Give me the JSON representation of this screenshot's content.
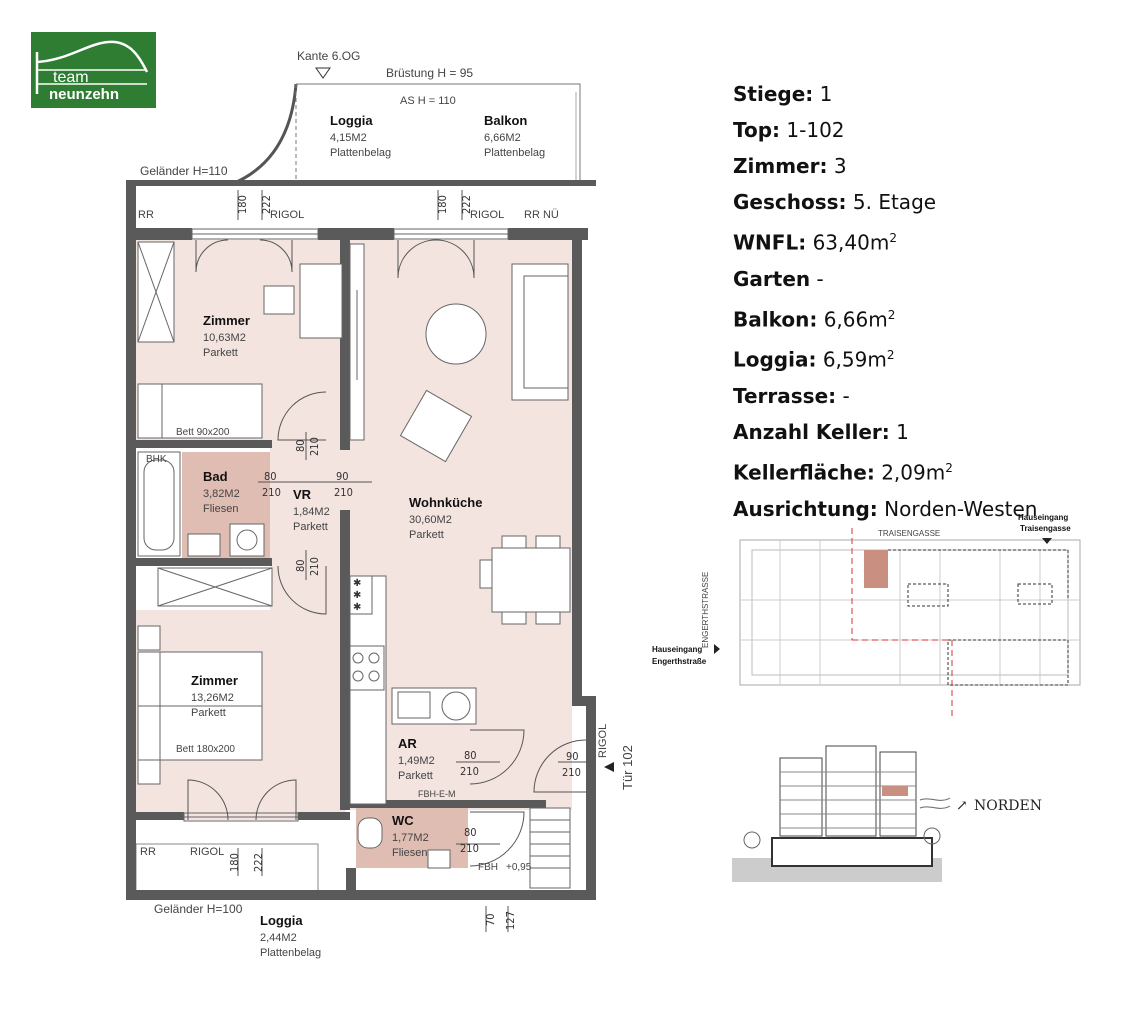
{
  "logo": {
    "line1": "team",
    "line2": "neunzehn",
    "color": "#2e7d32"
  },
  "info": [
    {
      "label": "Stiege:",
      "value": "1"
    },
    {
      "label": "Top:",
      "value": "1-102"
    },
    {
      "label": "Zimmer:",
      "value": "3"
    },
    {
      "label": "Geschoss:",
      "value": "5. Etage"
    },
    {
      "label": "WNFL:",
      "value": "63,40m",
      "sup": "2"
    },
    {
      "label": "Garten",
      "value": "-"
    },
    {
      "label": "Balkon:",
      "value": "6,66m",
      "sup": "2"
    },
    {
      "label": "Loggia:",
      "value": "6,59m",
      "sup": "2"
    },
    {
      "label": "Terrasse:",
      "value": "-"
    },
    {
      "label": "Anzahl Keller:",
      "value": "1"
    },
    {
      "label": "Kellerfläche:",
      "value": "2,09m",
      "sup": "2"
    },
    {
      "label": "Ausrichtung:",
      "value": "Norden-Westen"
    }
  ],
  "rooms": {
    "loggia_top": {
      "name": "Loggia",
      "area": "4,15M2",
      "floor": "Plattenbelag"
    },
    "balkon": {
      "name": "Balkon",
      "area": "6,66M2",
      "floor": "Plattenbelag"
    },
    "zimmer1": {
      "name": "Zimmer",
      "area": "10,63M2",
      "floor": "Parkett"
    },
    "bad": {
      "name": "Bad",
      "area": "3,82M2",
      "floor": "Fliesen"
    },
    "vr": {
      "name": "VR",
      "area": "1,84M2",
      "floor": "Parkett"
    },
    "wohnkueche": {
      "name": "Wohnküche",
      "area": "30,60M2",
      "floor": "Parkett"
    },
    "zimmer2": {
      "name": "Zimmer",
      "area": "13,26M2",
      "floor": "Parkett"
    },
    "ar": {
      "name": "AR",
      "area": "1,49M2",
      "floor": "Parkett"
    },
    "wc": {
      "name": "WC",
      "area": "1,77M2",
      "floor": "Fliesen"
    },
    "loggia_bottom": {
      "name": "Loggia",
      "area": "2,44M2",
      "floor": "Plattenbelag"
    }
  },
  "annotations": {
    "kante": "Kante 6.OG",
    "bruestung": "Brüstung H = 95",
    "as_h": "AS H = 110",
    "gelaender_top": "Geländer H=110",
    "gelaender_bottom": "Geländer H=100",
    "rr": "RR",
    "rr_nue": "RR NÜ",
    "rigol": "RIGOL",
    "bett1": "Bett 90x200",
    "bett2": "Bett 180x200",
    "bhk": "BHK",
    "fbh_e_m": "FBH-E-M",
    "fbh": "FBH",
    "fbh_level": "+0,95",
    "tuer": "Tür 102"
  },
  "dims": {
    "d180": "180",
    "d222": "222",
    "d80": "80",
    "d210": "210",
    "d90": "90",
    "d70": "70",
    "d127": "127"
  },
  "site": {
    "traisengasse": "TRAISENGASSE",
    "engerthstrasse": "ENGERTHSTRASSE",
    "eingang_traisen_1": "Hauseingang",
    "eingang_traisen_2": "Traisengasse",
    "eingang_engerth_1": "Hauseingang",
    "eingang_engerth_2": "Engerthstraße",
    "norden": "NORDEN"
  },
  "colors": {
    "room_fill": "#f3e4e0",
    "wet_fill": "#e0bdb3",
    "wall": "#555555",
    "highlight": "#c98f80"
  }
}
